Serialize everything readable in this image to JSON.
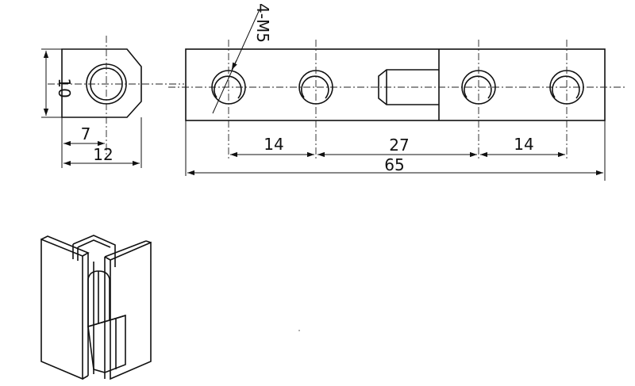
{
  "dimensions": {
    "side_height": "10",
    "side_hole_offset": "7",
    "side_width": "12",
    "thread_callout": "4-M5",
    "spacing_left": "14",
    "spacing_middle": "27",
    "spacing_right": "14",
    "overall_length": "65"
  }
}
